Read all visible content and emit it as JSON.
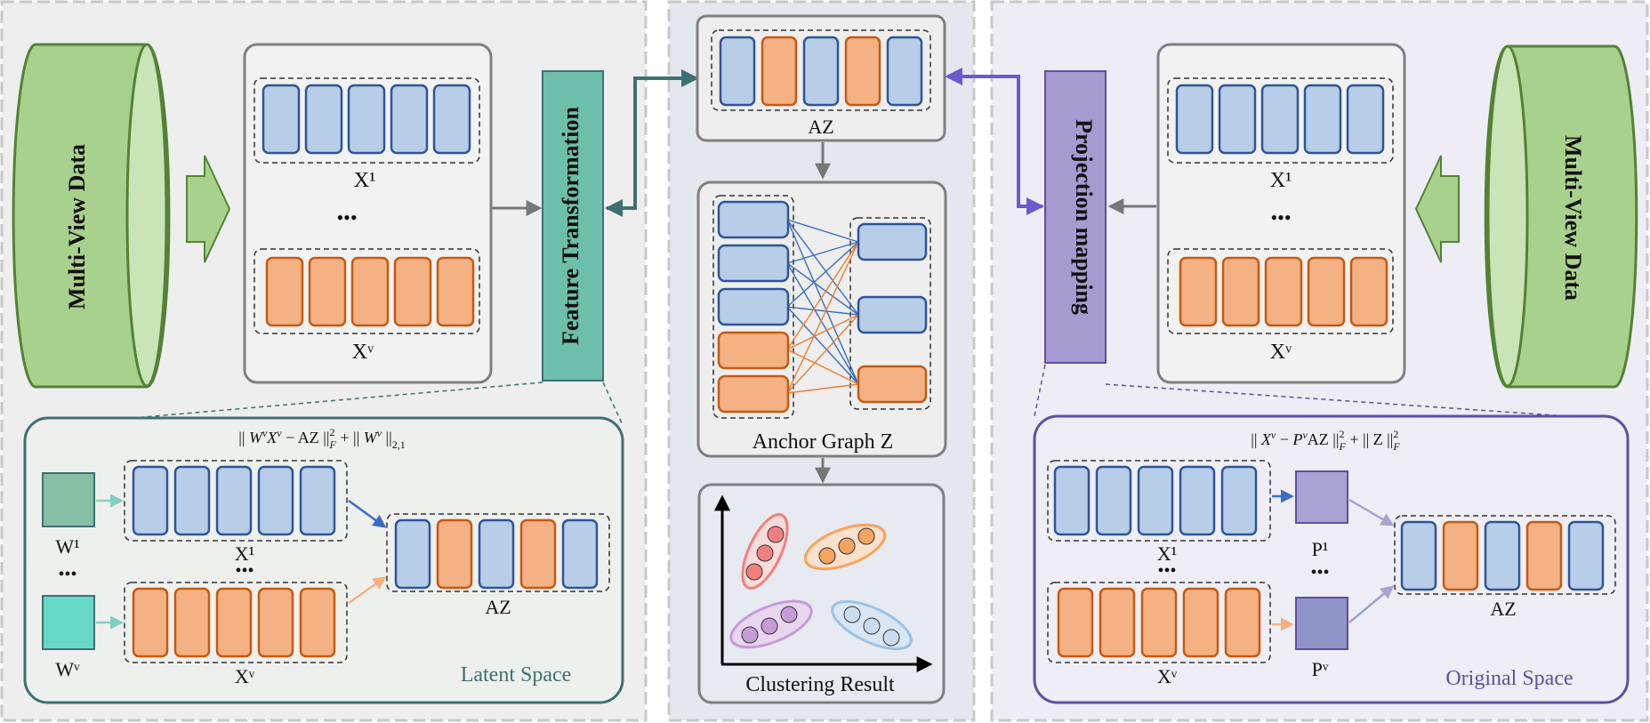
{
  "panels": {
    "latent": {
      "data_label": "Multi-View Data",
      "x_first": "X¹",
      "x_last": "Xᵛ",
      "dots": "•••",
      "transform_label": "Feature  Transformation",
      "formula": "|| WᵛXᵛ − AZ ||²F + || Wᵛ ||2,1",
      "formula_parts": {
        "a": "|| ",
        "w": "W",
        "v1": "v",
        "x": "X",
        "v2": "v",
        "mid": " − AZ ||",
        "sup2": "2",
        "subF": "F",
        "plus": " + || ",
        "w2": "W",
        "v3": "v",
        "end": " ||",
        "sub21": "2,1"
      },
      "w_first": "W¹",
      "w_last": "Wᵛ",
      "az_label": "AZ",
      "space_label": "Latent Space"
    },
    "center": {
      "az_label": "AZ",
      "graph_label": "Anchor  Graph  Z",
      "cluster_label": "Clustering  Result"
    },
    "original": {
      "data_label": "Multi-View Data",
      "x_first": "X¹",
      "x_last": "Xᵛ",
      "dots": "•••",
      "projection_label": "Projection  mapping",
      "formula_parts": {
        "a": "|| ",
        "x": "X",
        "v1": "v",
        "mid": " − ",
        "p": "P",
        "v2": "v",
        "az": "AZ ||",
        "sup2": "2",
        "subF": "F",
        "plus": " + || Z ||",
        "sup2b": "2",
        "subFb": "F"
      },
      "p_first": "P¹",
      "p_last": "Pᵛ",
      "az_label": "AZ",
      "space_label": "Original Space"
    }
  },
  "colors": {
    "blue_fill": "#b7cde8",
    "blue_stroke": "#2f5597",
    "orange_fill": "#f4b183",
    "orange_stroke": "#c55a11",
    "teal": "#6dbfaa",
    "purple": "#a79ad1",
    "green_cyl": "#a9d18e",
    "green_stroke": "#548235",
    "latent_border": "#3f7070",
    "original_border": "#5e4fa2"
  }
}
